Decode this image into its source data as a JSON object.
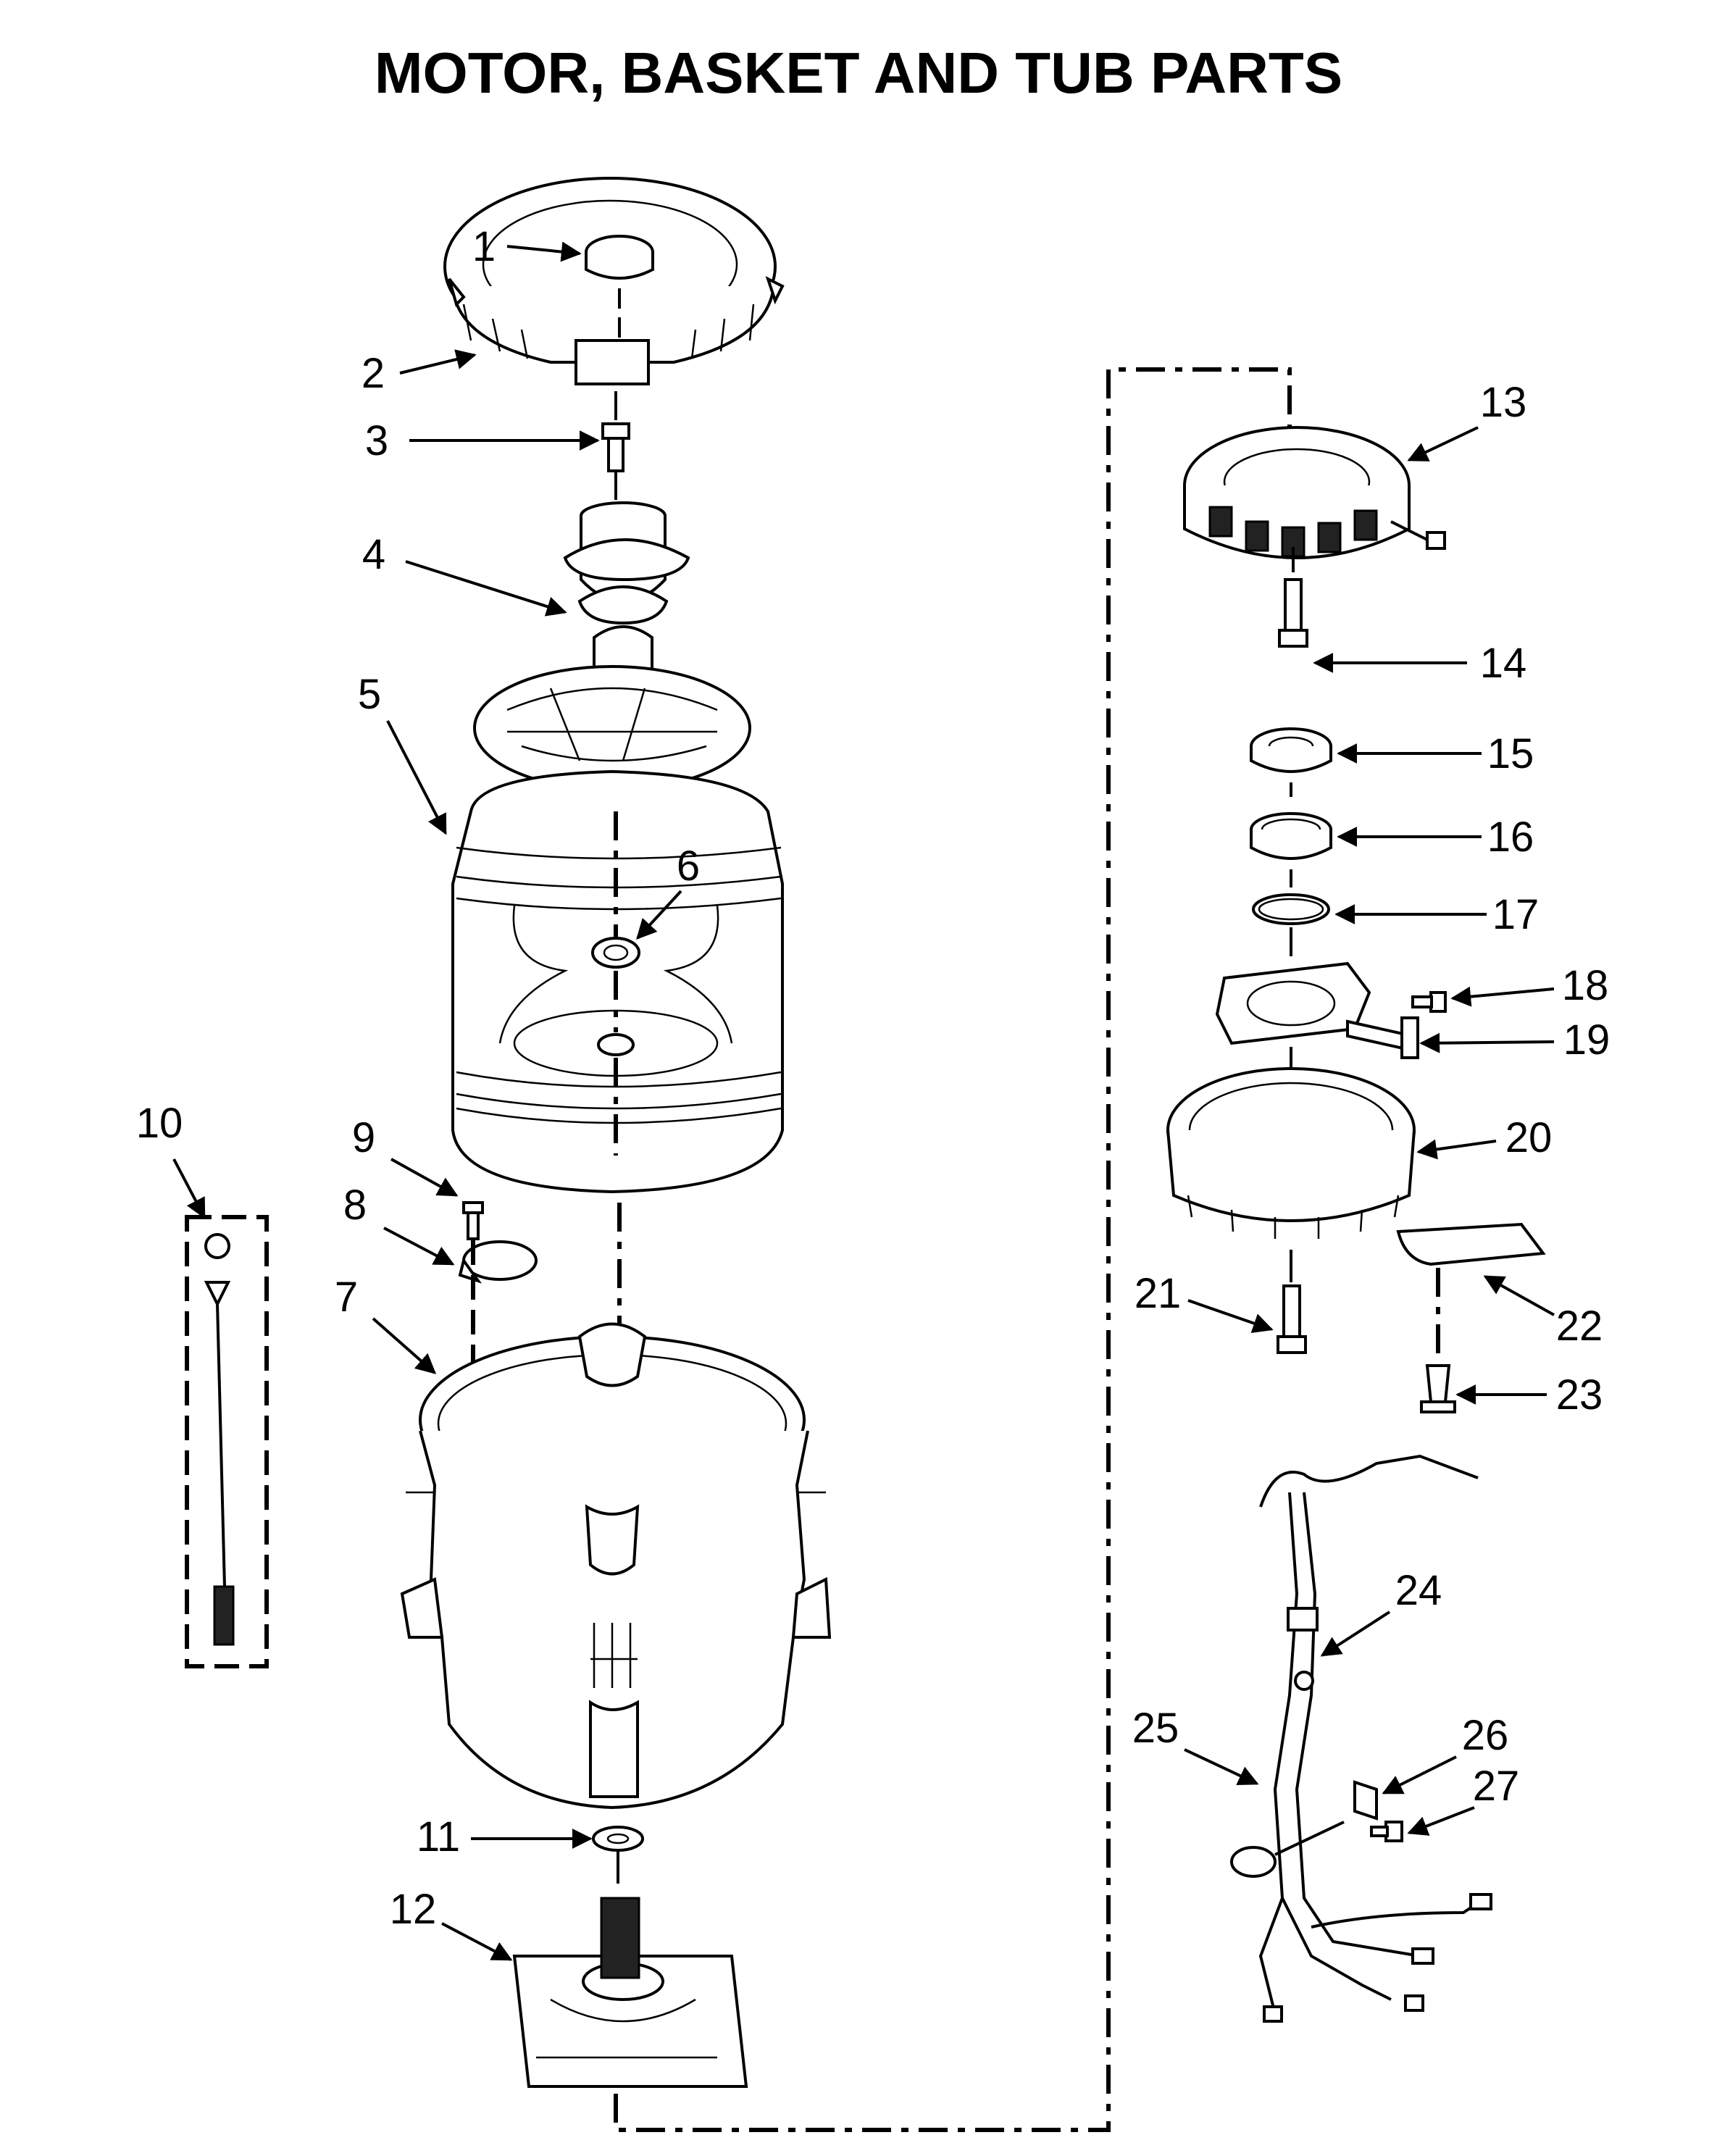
{
  "title": "MOTOR, BASKET AND TUB PARTS",
  "callouts": [
    "1",
    "2",
    "3",
    "4",
    "5",
    "6",
    "7",
    "8",
    "9",
    "10",
    "11",
    "12",
    "13",
    "14",
    "15",
    "16",
    "17",
    "18",
    "19",
    "20",
    "21",
    "22",
    "23",
    "24",
    "25",
    "26",
    "27"
  ]
}
